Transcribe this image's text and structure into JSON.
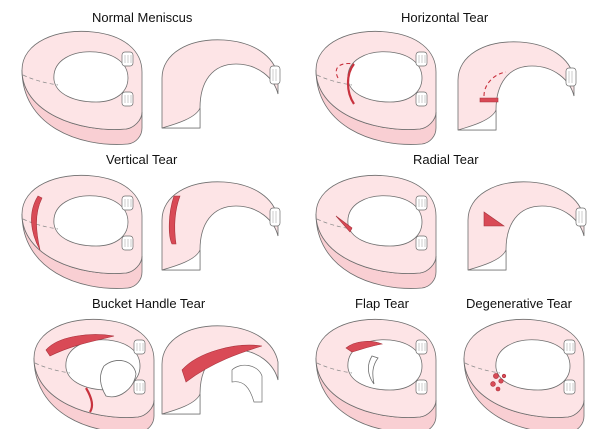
{
  "diagrams": {
    "normal": {
      "title": "Normal Meniscus"
    },
    "horizontal": {
      "title": "Horizontal Tear"
    },
    "vertical": {
      "title": "Vertical Tear"
    },
    "radial": {
      "title": "Radial Tear"
    },
    "bucket": {
      "title": "Bucket Handle Tear"
    },
    "flap": {
      "title": "Flap Tear"
    },
    "degenerative": {
      "title": "Degenerative Tear"
    }
  },
  "colors": {
    "tissue": "#fde4e6",
    "tissue_side": "#f9cfd3",
    "tear": "#d94a56",
    "outline": "#6e6e6e"
  }
}
